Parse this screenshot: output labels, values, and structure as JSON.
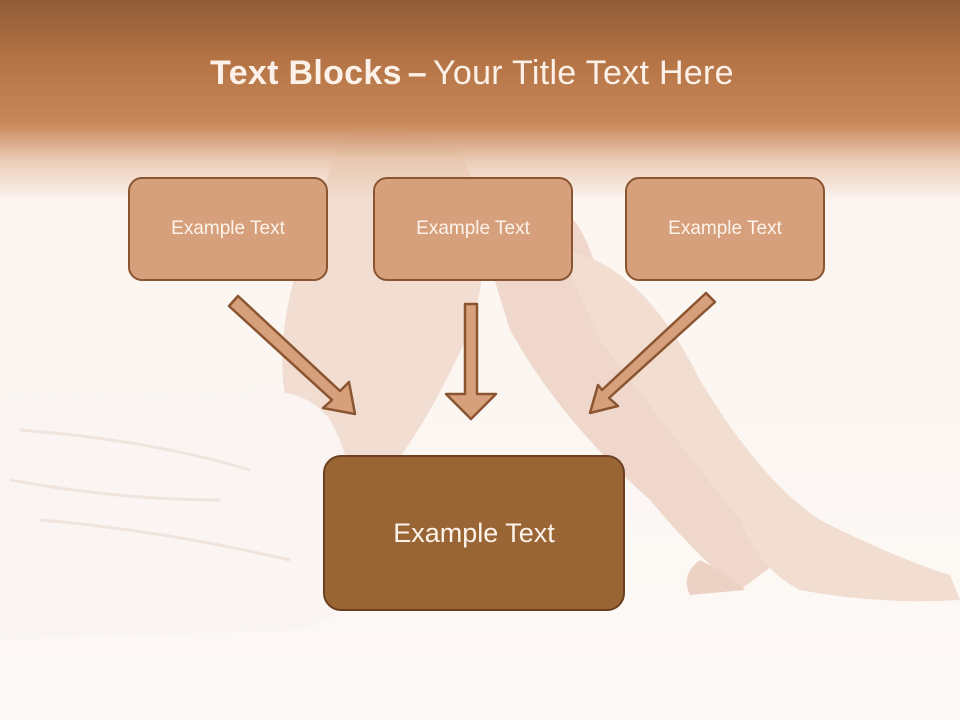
{
  "title": {
    "bold": "Text Blocks",
    "dash": "–",
    "rest": "Your Title Text Here"
  },
  "blocks": {
    "top": [
      "Example Text",
      "Example Text",
      "Example Text"
    ],
    "bottom": "Example Text"
  },
  "colors": {
    "title_band": "#b57446",
    "small_box_fill": "#d7a07c",
    "small_box_border": "#8a5530",
    "big_box_fill": "#9a6535",
    "arrow_fill": "#d7a07c",
    "arrow_stroke": "#8a5530"
  }
}
